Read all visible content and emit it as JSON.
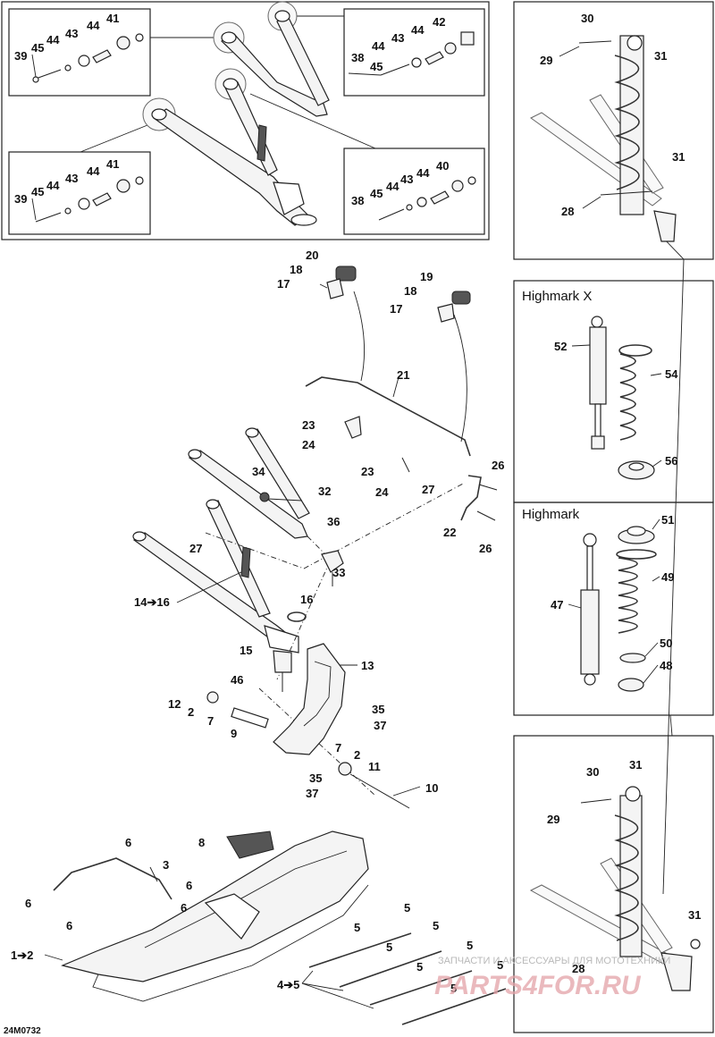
{
  "diagram": {
    "code": "24M0732",
    "variants": [
      "Highmark X",
      "Highmark"
    ],
    "watermark_small": "ЗАПЧАСТИ И АКСЕССУАРЫ ДЛЯ МОТОТЕХНИКИ",
    "watermark_large": "PARTS4FOR.RU",
    "labels": {
      "a41": "41",
      "a44a": "44",
      "a44b": "44",
      "a43": "43",
      "a45": "45",
      "a39": "39",
      "b42": "42",
      "b44a": "44",
      "b43": "43",
      "b44b": "44",
      "b45": "45",
      "b38": "38",
      "c41": "41",
      "c44a": "44",
      "c43": "43",
      "c44b": "44",
      "c45": "45",
      "c39": "39",
      "d40": "40",
      "d44a": "44",
      "d43": "43",
      "d44b": "44",
      "d45": "45",
      "d38": "38",
      "s30": "30",
      "s29": "29",
      "s31a": "31",
      "s31b": "31",
      "s28": "28",
      "hx52": "52",
      "hx54": "54",
      "hx56": "56",
      "hm51": "51",
      "hm49": "49",
      "hm47": "47",
      "hm50": "50",
      "hm48": "48",
      "t30": "30",
      "t31a": "31",
      "t29": "29",
      "t31b": "31",
      "t28": "28",
      "m20": "20",
      "m18a": "18",
      "m17a": "17",
      "m19": "19",
      "m18b": "18",
      "m17b": "17",
      "m21": "21",
      "m23a": "23",
      "m24a": "24",
      "m23b": "23",
      "m24b": "24",
      "m26a": "26",
      "m27a": "27",
      "m22": "22",
      "m26b": "26",
      "m34": "34",
      "m32": "32",
      "m36": "36",
      "m27b": "27",
      "m33": "33",
      "m14": "14➔16",
      "m16": "16",
      "m15": "15",
      "m46": "46",
      "m13": "13",
      "m12": "12",
      "m2a": "2",
      "m7a": "7",
      "m9": "9",
      "m35a": "35",
      "m37a": "37",
      "m7b": "7",
      "m2b": "2",
      "m11": "11",
      "m35b": "35",
      "m37b": "37",
      "m10": "10",
      "k8": "8",
      "k6a": "6",
      "k3": "3",
      "k6b": "6",
      "k6c": "6",
      "k6d": "6",
      "k6e": "6",
      "k1": "1➔2",
      "k4": "4➔5",
      "k5a": "5",
      "k5b": "5",
      "k5c": "5",
      "k5d": "5",
      "k5e": "5",
      "k5f": "5",
      "k5g": "5",
      "k5h": "5"
    }
  }
}
